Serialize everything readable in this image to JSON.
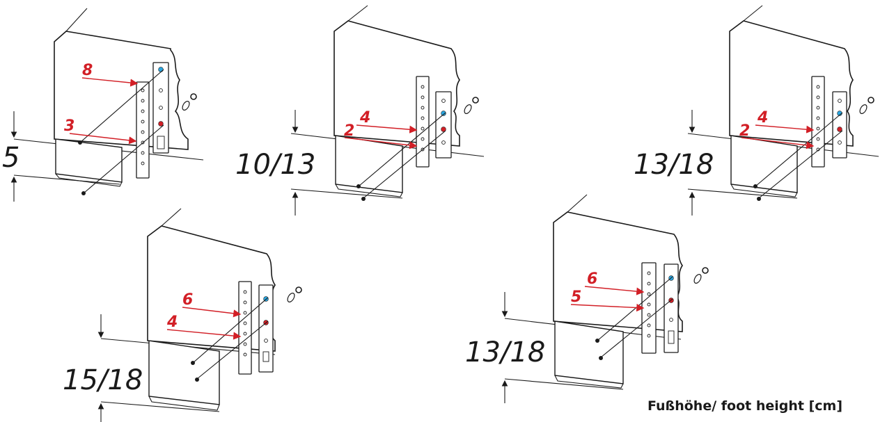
{
  "colors": {
    "arrow": "#d21f26",
    "hole_blue": "#2aa6e0",
    "hole_red": "#d21f26",
    "line": "#1a1a1a"
  },
  "diagrams": [
    {
      "height_label": "5",
      "upper_number": "8",
      "lower_number": "3"
    },
    {
      "height_label": "10/13",
      "upper_number": "4",
      "lower_number": "2"
    },
    {
      "height_label": "13/18",
      "upper_number": "4",
      "lower_number": "2"
    },
    {
      "height_label": "15/18",
      "upper_number": "6",
      "lower_number": "4"
    },
    {
      "height_label": "13/18",
      "upper_number": "6",
      "lower_number": "5"
    }
  ],
  "legend": "Fußhöhe/ foot height [cm]"
}
